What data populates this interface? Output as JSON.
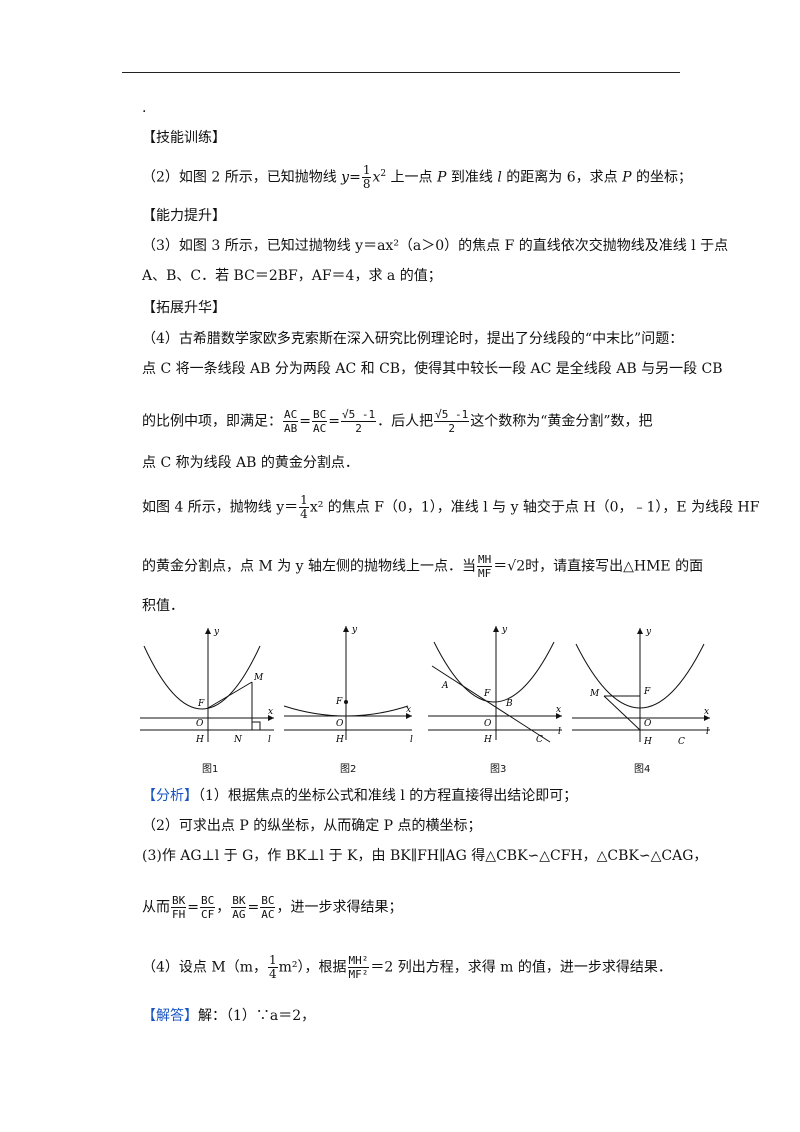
{
  "header_dot": ".",
  "sections": {
    "skill": "【技能训练】",
    "ability": "【能力提升】",
    "extend": "【拓展升华】"
  },
  "q2": {
    "a": "（2）如图 2 所示，已知抛物线 ",
    "y": "y",
    "eq": "=",
    "frac_n": "1",
    "frac_d": "8",
    "x2": "x",
    "sq": "2",
    "b": " 上一点 ",
    "P": "P",
    "c": " 到准线 ",
    "l": "l",
    "d": " 的距离为 6，求点 ",
    "P2": "P",
    "e": " 的坐标；"
  },
  "q3": {
    "line1": "（3）如图 3 所示，已知过抛物线 y＝ax²（a＞0）的焦点 F 的直线依次交抛物线及准线 l 于点",
    "line2": "A、B、C．若 BC＝2BF，AF＝4，求 a 的值；"
  },
  "q4": {
    "line1": "（4）古希腊数学家欧多克索斯在深入研究比例理论时，提出了分线段的“中末比”问题：",
    "line2": "点 C 将一条线段 AB 分为两段 AC 和 CB，使得其中较长一段 AC 是全线段 AB 与另一段 CB",
    "line3_a": "的比例中项，即满足：",
    "ac": "AC",
    "ab": "AB",
    "bc": "BC",
    "ac2": "AC",
    "sq5": "√5 -1",
    "two": "2",
    "line3_b": "．后人把",
    "line3_c": "这个数称为“黄金分割”数，把",
    "line4": "点 C 称为线段 AB 的黄金分割点．",
    "line5_a": "如图 4 所示，抛物线 y＝",
    "one": "1",
    "four": "4",
    "line5_b": "x² 的焦点 F（0，1），准线 l 与 y 轴交于点 H（0，﹣1），E 为线段 HF",
    "line6_a": "的黄金分割点，点 M 为 y 轴左侧的抛物线上一点．当",
    "mh": "MH",
    "mf": "MF",
    "line6_b": "＝√2时，请直接写出△HME 的面",
    "line7": "积值．"
  },
  "figures": {
    "fig1": {
      "caption": "图1",
      "labels": {
        "y": "y",
        "x": "x",
        "F": "F",
        "O": "O",
        "H": "H",
        "N": "N",
        "l": "l",
        "M": "M"
      }
    },
    "fig2": {
      "caption": "图2",
      "labels": {
        "y": "y",
        "x": "x",
        "F": "F",
        "O": "O",
        "H": "H",
        "l": "l"
      }
    },
    "fig3": {
      "caption": "图3",
      "labels": {
        "y": "y",
        "x": "x",
        "F": "F",
        "O": "O",
        "H": "H",
        "A": "A",
        "B": "B",
        "C": "C",
        "l": "l"
      }
    },
    "fig4": {
      "caption": "图4",
      "labels": {
        "y": "y",
        "x": "x",
        "F": "F",
        "O": "O",
        "H": "H",
        "M": "M",
        "C": "C",
        "l": "l"
      }
    }
  },
  "analysis": {
    "tag": "【分析】",
    "p1": "（1）根据焦点的坐标公式和准线 l 的方程直接得出结论即可；",
    "p2": "（2）可求出点 P 的纵坐标，从而确定 P 点的横坐标；",
    "p3": "(3)作 AG⊥l 于 G，作 BK⊥l 于 K，由 BK∥FH∥AG 得△CBK∽△CFH，△CBK∽△CAG，",
    "p4_a": "从而",
    "bk": "BK",
    "fh": "FH",
    "bc": "BC",
    "cf": "CF",
    "bk2": "BK",
    "ag": "AG",
    "bc2": "BC",
    "ac": "AC",
    "p4_b": "，进一步求得结果；",
    "p5_a": "（4）设点 M（m，",
    "one": "1",
    "four": "4",
    "p5_b": "m²），根据",
    "mh2": "MH²",
    "mf2": "MF²",
    "p5_c": "＝2 列出方程，求得 m 的值，进一步求得结果．"
  },
  "answer": {
    "tag": "【解答】",
    "text": "解：（1）∵a＝2，"
  }
}
